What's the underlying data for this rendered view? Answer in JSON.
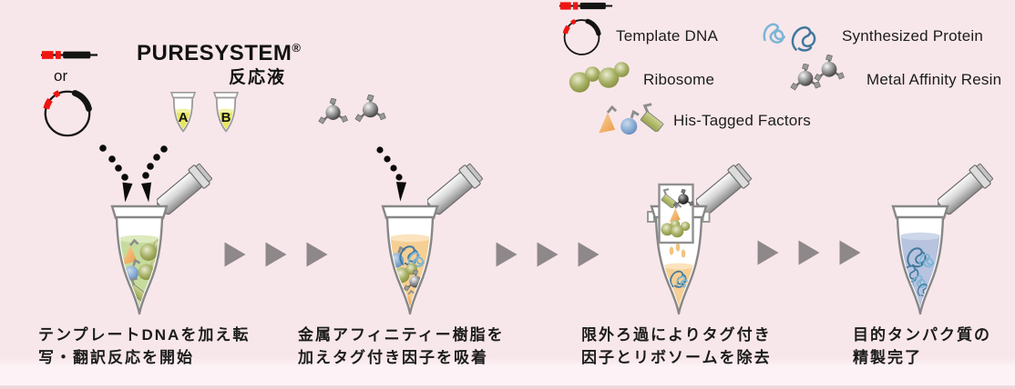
{
  "header": {
    "or_label": "or",
    "title": "PURESYSTEM",
    "registered_mark": "®",
    "subtitle": "反応液",
    "tube_a_label": "A",
    "tube_b_label": "B"
  },
  "legend": {
    "items": [
      {
        "id": "template-dna",
        "label": "Template DNA"
      },
      {
        "id": "ribosome",
        "label": "Ribosome"
      },
      {
        "id": "his-tagged-factors",
        "label": "His-Tagged Factors"
      },
      {
        "id": "synthesized-protein",
        "label": "Synthesized Protein"
      },
      {
        "id": "metal-affinity-resin",
        "label": "Metal Affinity Resin"
      }
    ]
  },
  "steps": [
    {
      "caption_line1": "テンプレートDNAを加え転",
      "caption_line2": "写・翻訳反応を開始"
    },
    {
      "caption_line1": "金属アフィニティー樹脂を",
      "caption_line2": "加えタグ付き因子を吸着"
    },
    {
      "caption_line1": "限外ろ過によりタグ付き",
      "caption_line2": "因子とリボソームを除去"
    },
    {
      "caption_line1": "目的タンパク質の",
      "caption_line2": "精製完了"
    }
  ],
  "colors": {
    "bg": "#f8e7ea",
    "bg-strip": "#fdf3f6",
    "bg-edge": "#f0d6dc",
    "text": "#1c1c1c",
    "dna-red": "#ee1511",
    "dna-black": "#141414",
    "arrow-gray": "#8e888a",
    "liq-green": "#c5dc9c",
    "liq-green-surface": "#dceabd",
    "liq-orange": "#f6cf94",
    "liq-orange-surface": "#fbe3bd",
    "liq-blue": "#b7c3df",
    "liq-blue-surface": "#cdd7ea",
    "liq-yellow": "#e7e75f",
    "liq-yellow-surface": "#f2f2a4"
  }
}
